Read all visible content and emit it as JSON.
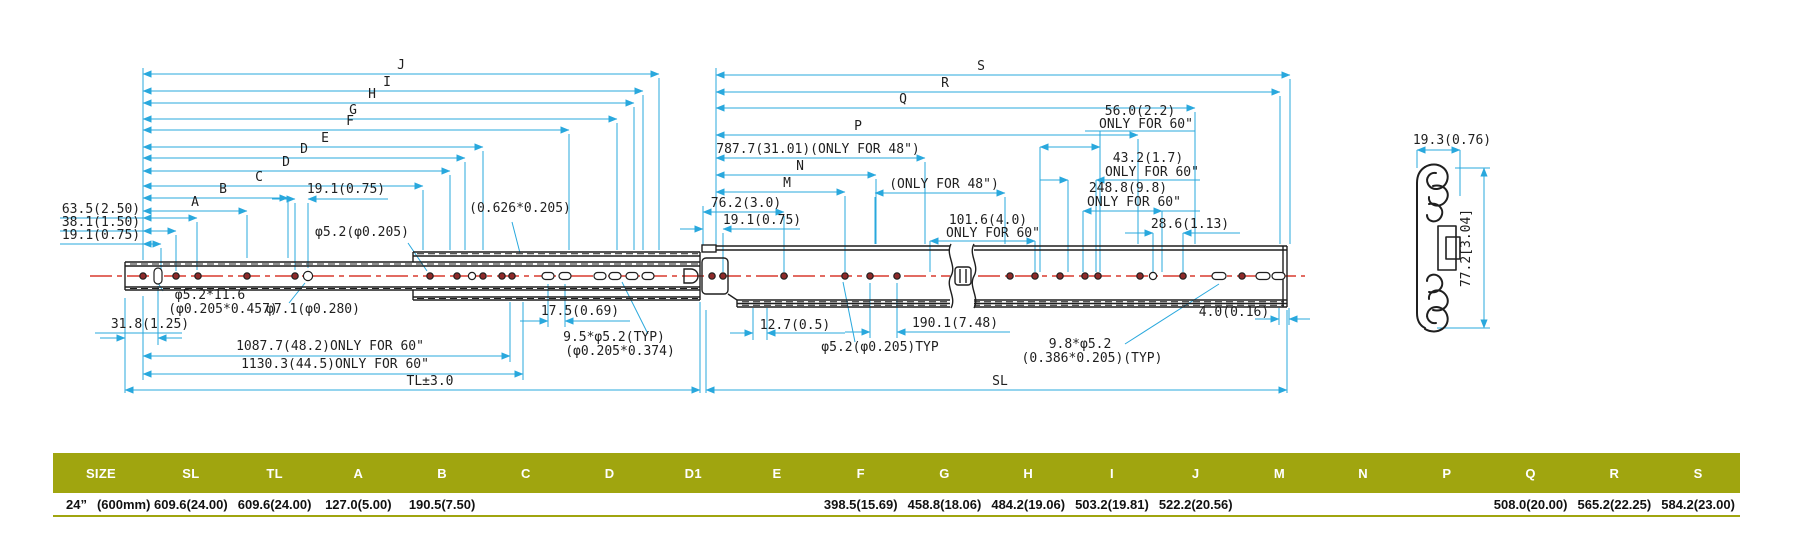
{
  "colors": {
    "dimension_line": "#29a8dd",
    "centerline": "#d93a2e",
    "ink": "#1f1f1f",
    "table_header_bg": "#a0a50f"
  },
  "drawing": {
    "labels": {
      "d635": "63.5(2.50)",
      "d381": "38.1(1.50)",
      "d191L": "19.1(0.75)",
      "A": "A",
      "B": "B",
      "C": "C",
      "D": "D",
      "D2": "D",
      "E": "E",
      "F": "F",
      "G": "G",
      "H": "H",
      "I": "I",
      "J": "J",
      "b19": "19.1(0.75)",
      "phi52": "φ5.2(φ0.205)",
      "slot0626": "(0.626*0.205)",
      "phi52_116": "φ5.2*11.6",
      "phi52_116b": "(φ0.205*0.457)",
      "phi71": "φ7.1(φ0.280)",
      "d175": "17.5(0.69)",
      "d95phi": "9.5*φ5.2(TYP)",
      "d95phib": "(φ0.205*0.374)",
      "d318": "31.8(1.25)",
      "d1087": "1087.7(48.2)ONLY FOR 60\"",
      "d1130": "1130.3(44.5)ONLY FOR 60\"",
      "tl": "TL±3.0",
      "sl": "SL",
      "S": "S",
      "R": "R",
      "Q": "Q",
      "P": "P",
      "N": "N",
      "M": "M",
      "d787": "787.7(31.01)(ONLY FOR 48\")",
      "d762": "76.2(3.0)",
      "r19": "19.1(0.75)",
      "only48": "(ONLY FOR 48\")",
      "d1016": "101.6(4.0)",
      "d1016b": "ONLY FOR 60\"",
      "d56": "56.0(2.2)",
      "d56b": "ONLY FOR 60\"",
      "d432": "43.2(1.7)",
      "d432b": "ONLY FOR 60\"",
      "d2488": "248.8(9.8)",
      "d2488b": "ONLY FOR 60\"",
      "d286": "28.6(1.13)",
      "d127": "12.7(0.5)",
      "d1901": "190.1(7.48)",
      "phi52typ": "φ5.2(φ0.205)TYP",
      "d98": "9.8*φ5.2",
      "d98b": "(0.386*0.205)(TYP)",
      "d40": "4.0(0.16)",
      "csw": "19.3(0.76)",
      "csh": "77.2[3.04]"
    }
  },
  "table": {
    "headers": [
      "SIZE",
      "SL",
      "TL",
      "A",
      "B",
      "C",
      "D",
      "D1",
      "E",
      "F",
      "G",
      "H",
      "I",
      "J",
      "M",
      "N",
      "P",
      "Q",
      "R",
      "S"
    ],
    "row": {
      "size": "24”",
      "size_mm": "(600mm)",
      "values": [
        "609.6(24.00)",
        "609.6(24.00)",
        "127.0(5.00)",
        "190.5(7.50)",
        "",
        "",
        "",
        "",
        "398.5(15.69)",
        "458.8(18.06)",
        "484.2(19.06)",
        "503.2(19.81)",
        "522.2(20.56)",
        "",
        "",
        "",
        "508.0(20.00)",
        "565.2(22.25)",
        "584.2(23.00)"
      ]
    }
  }
}
